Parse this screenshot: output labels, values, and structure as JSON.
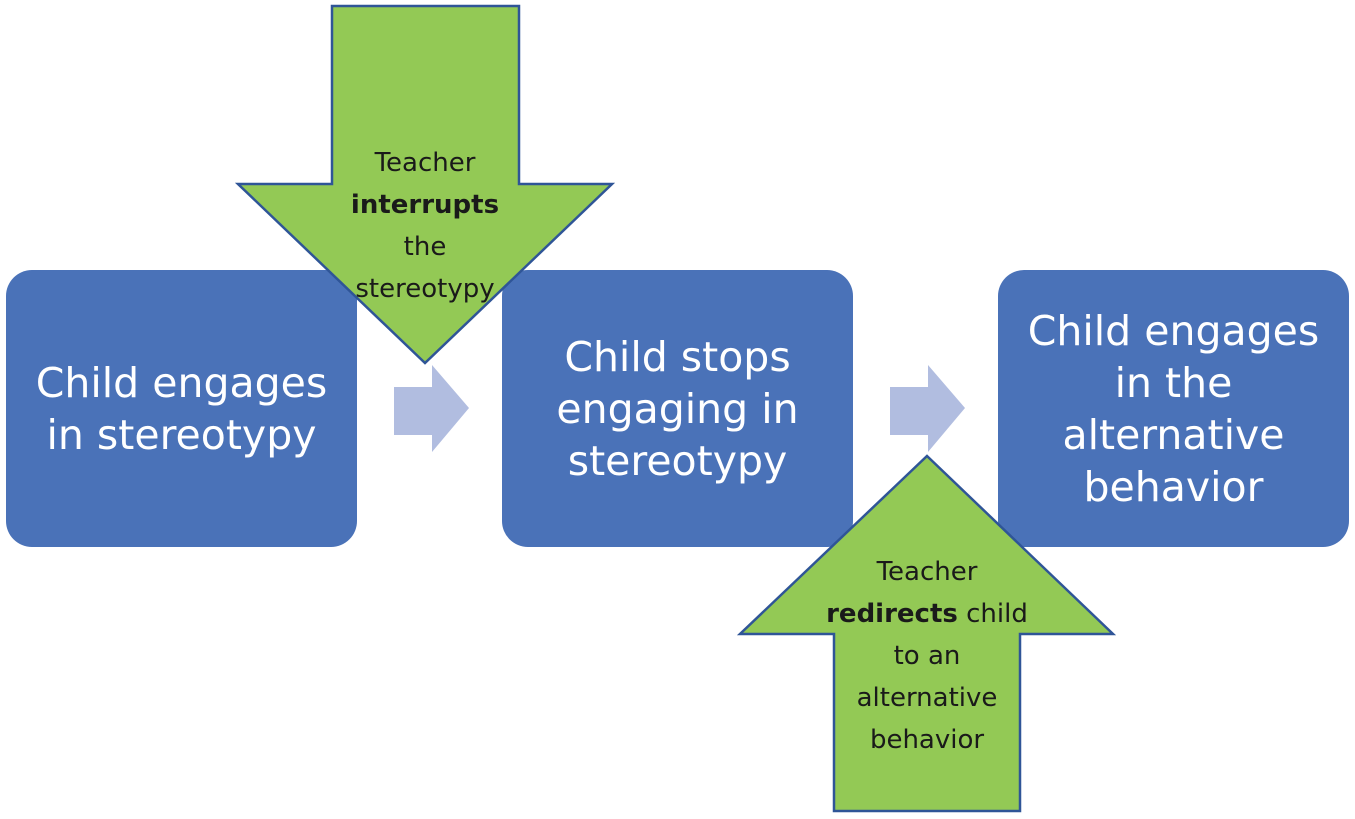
{
  "colors": {
    "box": "#4a72b8",
    "small_arrow": "#b1bde0",
    "green": "#93c955",
    "outline": "#2f5597"
  },
  "boxes": [
    {
      "text": "Child engages in stereotypy"
    },
    {
      "text": "Child stops engaging in stereotypy"
    },
    {
      "text": "Child engages in the alternative behavior"
    }
  ],
  "interrupt_arrow": {
    "pre": "Teacher",
    "bold": "interrupts",
    "post": "the stereotypy"
  },
  "redirect_arrow": {
    "pre": "Teacher",
    "bold": "redirects",
    "post": "child to an alternative behavior"
  }
}
